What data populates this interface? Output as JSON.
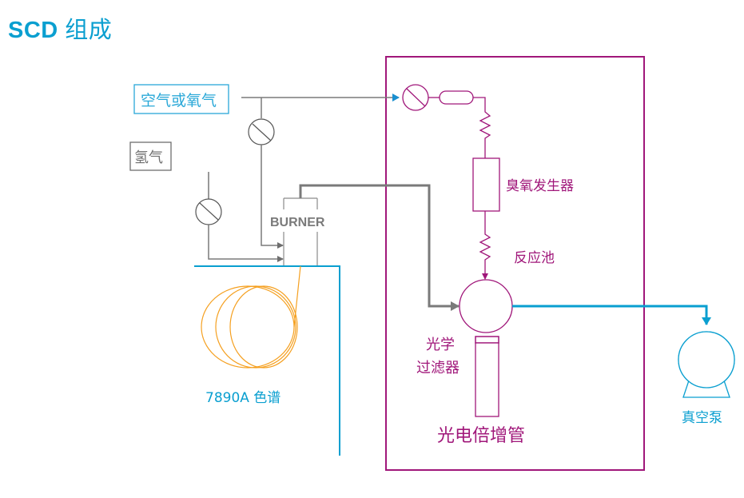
{
  "title": {
    "latin": "SCD",
    "cjk": "组成"
  },
  "colors": {
    "title": "#0a9fd0",
    "gas_line": "#7a7a7a",
    "scd_box": "#a0177a",
    "blue_line": "#0a9fd0",
    "column": "#f5a020",
    "burner": "#8a8a8a"
  },
  "labels": {
    "air_oxygen": "空气或氧气",
    "hydrogen": "氢气",
    "burner": "BURNER",
    "ozone_generator": "臭氧发生器",
    "reaction_cell": "反应池",
    "optical_filter_line1": "光学",
    "optical_filter_line2": "过滤器",
    "pmt": "光电倍增管",
    "vacuum_pump": "真空泵",
    "gc": "7890A 色谱"
  }
}
